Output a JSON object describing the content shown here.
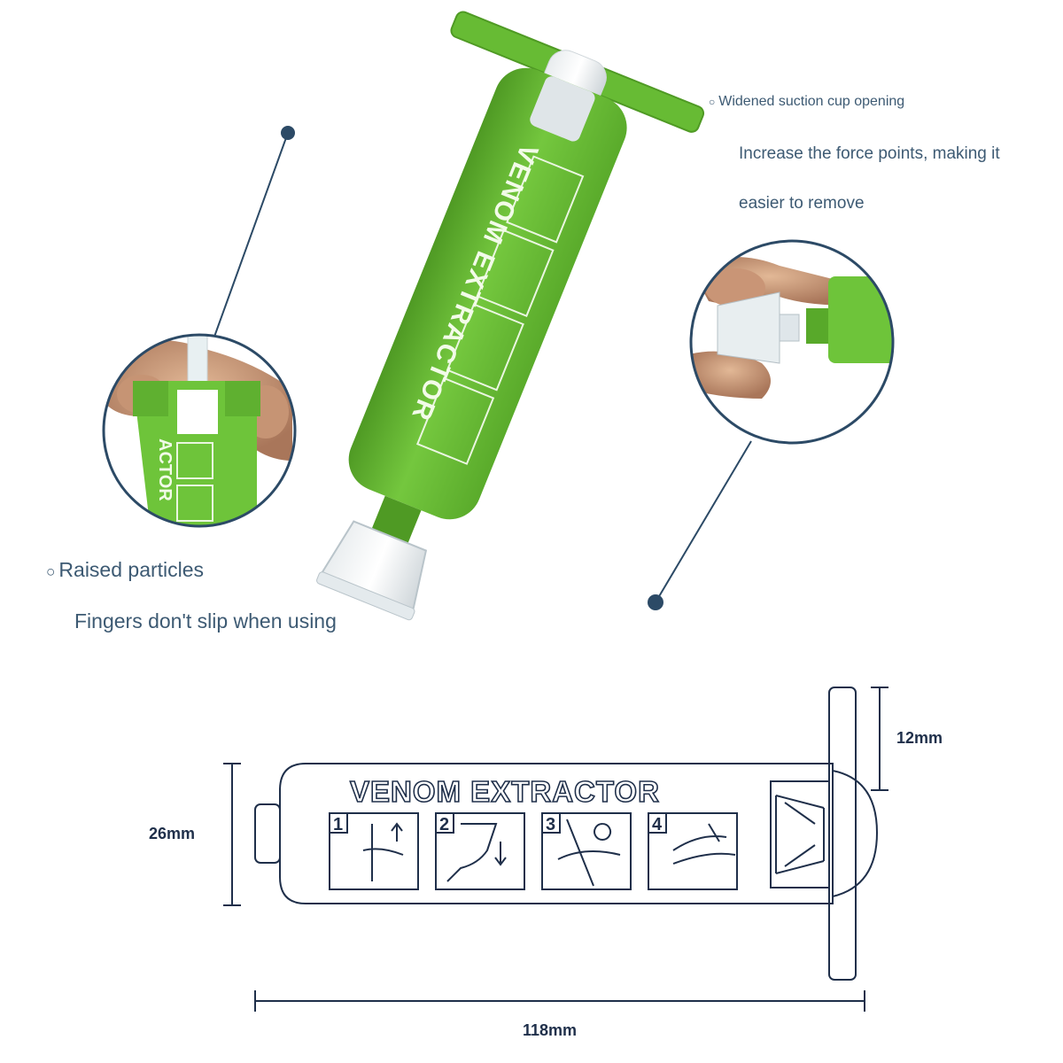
{
  "product": {
    "brand_label": "VENOM EXTRACTOR",
    "step_numbers": [
      "1",
      "2",
      "3",
      "4"
    ]
  },
  "callouts": [
    {
      "bullet": "○",
      "heading": "Widened suction cup opening",
      "lines": [
        "Increase the force points, making it",
        "easier to remove"
      ]
    },
    {
      "bullet": "○",
      "heading": "Raised particles",
      "lines": [
        "Fingers don't slip when using"
      ]
    }
  ],
  "dimensions": {
    "diameter": "26mm",
    "flange": "12mm",
    "length": "118mm"
  },
  "colors": {
    "body_green": "#6ec43a",
    "body_green_dark": "#4f9a24",
    "callout_line": "#2c4a66",
    "text": "#3d5a73",
    "drawing_line": "#1f2f4a"
  }
}
